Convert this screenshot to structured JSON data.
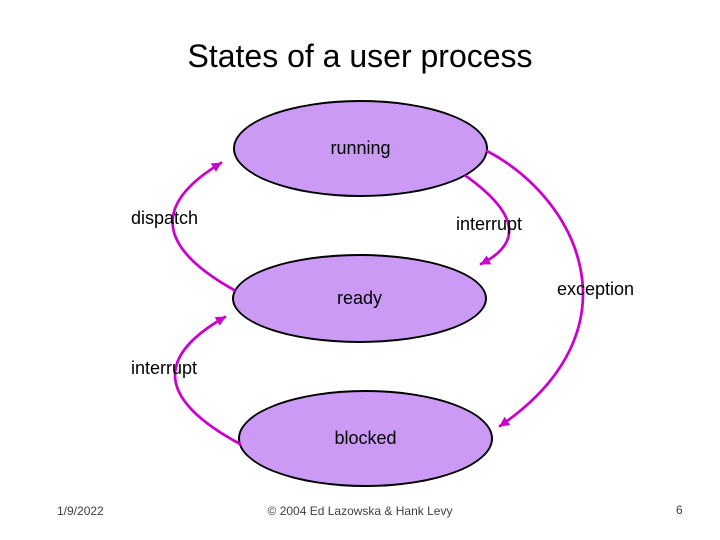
{
  "slide": {
    "title": "States of a user process",
    "footer": {
      "date": "1/9/2022",
      "copyright": "© 2004 Ed Lazowska & Hank Levy",
      "page_number": "6"
    }
  },
  "diagram": {
    "nodes": [
      {
        "id": "running",
        "label": "running"
      },
      {
        "id": "ready",
        "label": "ready"
      },
      {
        "id": "blocked",
        "label": "blocked"
      }
    ],
    "edges": [
      {
        "label": "dispatch",
        "from": "ready",
        "to": "running"
      },
      {
        "label": "interrupt",
        "from": "running",
        "to": "ready"
      },
      {
        "label": "exception",
        "from": "running",
        "to": "blocked"
      },
      {
        "label": "interrupt",
        "from": "blocked",
        "to": "ready"
      }
    ]
  },
  "colors": {
    "node_fill": "#CB9AF5",
    "node_border": "#000000",
    "edge": "#CC00CC",
    "text": "#000000",
    "footer_text": "#404040"
  }
}
